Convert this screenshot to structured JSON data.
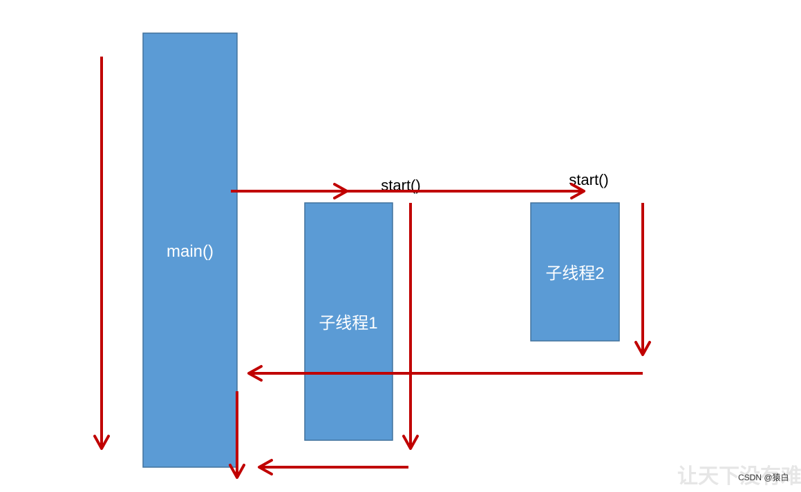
{
  "diagram": {
    "colors": {
      "box_fill": "#5B9BD5",
      "box_stroke": "#41719C",
      "box_text": "#FFFFFF",
      "arrow": "#C00000",
      "label_text": "#000000",
      "watermark": "#E6E6E6",
      "credit_text": "#333333"
    },
    "boxes": {
      "main": {
        "label": "main()"
      },
      "child1": {
        "label": "子线程1"
      },
      "child2": {
        "label": "子线程2"
      }
    },
    "calls": {
      "start1": {
        "label": "start()"
      },
      "start2": {
        "label": "start()"
      }
    }
  },
  "watermark": {
    "text": "让天下没有难",
    "credit": "CSDN @猿白"
  }
}
